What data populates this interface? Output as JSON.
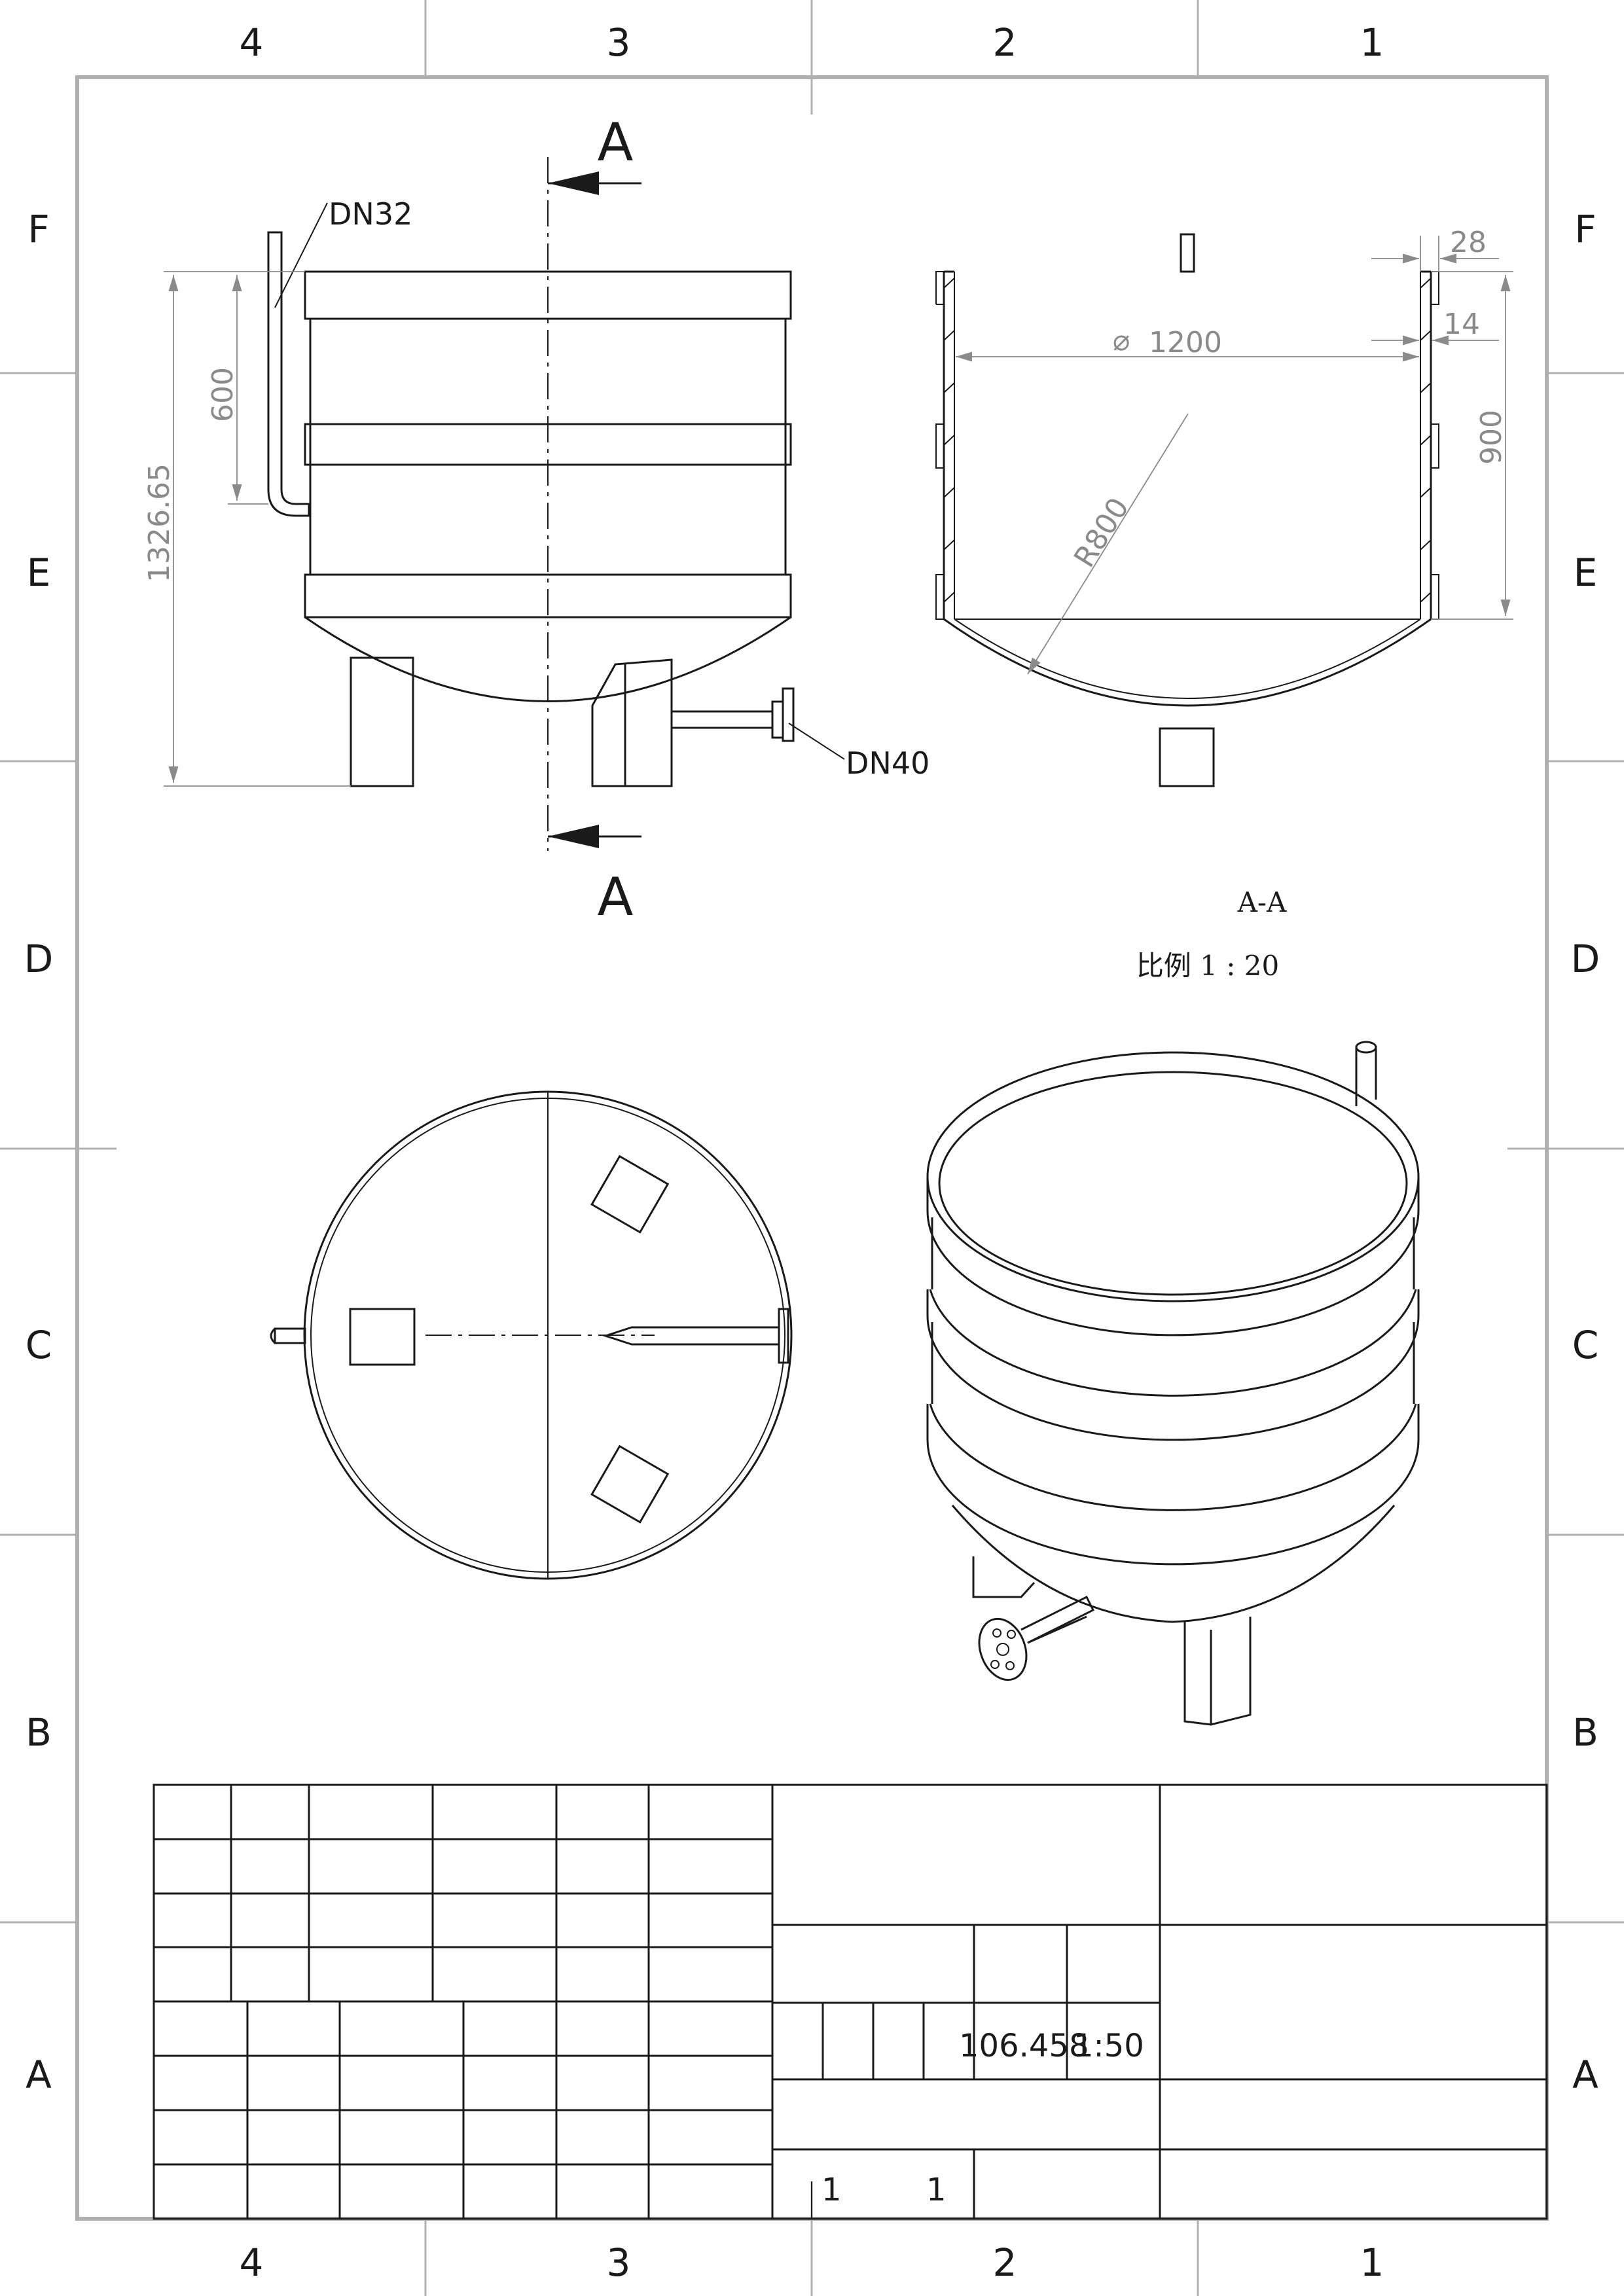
{
  "zones": {
    "columns": [
      "4",
      "3",
      "2",
      "1"
    ],
    "rows": [
      "F",
      "E",
      "D",
      "C",
      "B",
      "A"
    ]
  },
  "front_view": {
    "nozzle_top_label": "DN32",
    "nozzle_bottom_label": "DN40",
    "dim_overall_height": "1326.65",
    "dim_nozzle_height": "600",
    "section_letter_top": "A",
    "section_letter_bottom": "A"
  },
  "section_view": {
    "dim_diameter": "1200",
    "diameter_symbol": "⌀",
    "dim_radius": "R800",
    "dim_height": "900",
    "dim_top_offset": "28",
    "dim_wall": "14",
    "title": "A-A",
    "scale_label": "比例 1 : 20"
  },
  "title_block": {
    "mass": "106.458",
    "scale": "1:50",
    "sheet_a": "1",
    "sheet_b": "1"
  },
  "colors": {
    "line": "#1a1a1a",
    "dimension": "#8a8a8a",
    "frame": "#b0b0b0"
  }
}
